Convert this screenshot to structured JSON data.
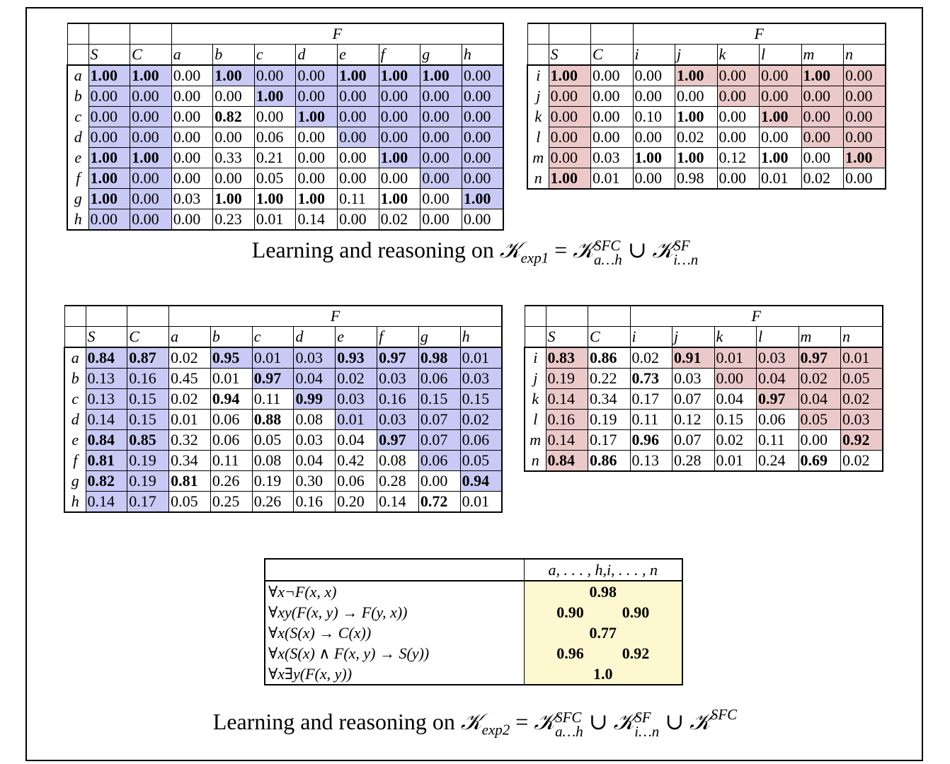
{
  "colors": {
    "blue": "#c9c9f5",
    "pink": "#ecc9c9",
    "yellow": "#fdf8cf"
  },
  "top_left": {
    "f_header": "F",
    "cols": [
      "S",
      "C",
      "a",
      "b",
      "c",
      "d",
      "e",
      "f",
      "g",
      "h"
    ],
    "rows": [
      {
        "label": "a",
        "values": [
          "1.00",
          "1.00",
          "0.00",
          "1.00",
          "0.00",
          "0.00",
          "1.00",
          "1.00",
          "1.00",
          "0.00"
        ]
      },
      {
        "label": "b",
        "values": [
          "0.00",
          "0.00",
          "0.00",
          "0.00",
          "1.00",
          "0.00",
          "0.00",
          "0.00",
          "0.00",
          "0.00"
        ]
      },
      {
        "label": "c",
        "values": [
          "0.00",
          "0.00",
          "0.00",
          "0.82",
          "0.00",
          "1.00",
          "0.00",
          "0.00",
          "0.00",
          "0.00"
        ]
      },
      {
        "label": "d",
        "values": [
          "0.00",
          "0.00",
          "0.00",
          "0.00",
          "0.06",
          "0.00",
          "0.00",
          "0.00",
          "0.00",
          "0.00"
        ]
      },
      {
        "label": "e",
        "values": [
          "1.00",
          "1.00",
          "0.00",
          "0.33",
          "0.21",
          "0.00",
          "0.00",
          "1.00",
          "0.00",
          "0.00"
        ]
      },
      {
        "label": "f",
        "values": [
          "1.00",
          "0.00",
          "0.00",
          "0.00",
          "0.05",
          "0.00",
          "0.00",
          "0.00",
          "0.00",
          "0.00"
        ]
      },
      {
        "label": "g",
        "values": [
          "1.00",
          "0.00",
          "0.03",
          "1.00",
          "1.00",
          "1.00",
          "0.11",
          "1.00",
          "0.00",
          "1.00"
        ]
      },
      {
        "label": "h",
        "values": [
          "0.00",
          "0.00",
          "0.00",
          "0.23",
          "0.01",
          "0.14",
          "0.00",
          "0.02",
          "0.00",
          "0.00"
        ]
      }
    ],
    "bold": [
      [
        0,
        0
      ],
      [
        0,
        1
      ],
      [
        0,
        3
      ],
      [
        0,
        6
      ],
      [
        0,
        7
      ],
      [
        0,
        8
      ],
      [
        1,
        4
      ],
      [
        2,
        3
      ],
      [
        2,
        5
      ],
      [
        4,
        0
      ],
      [
        4,
        1
      ],
      [
        4,
        7
      ],
      [
        5,
        0
      ],
      [
        6,
        0
      ],
      [
        6,
        3
      ],
      [
        6,
        4
      ],
      [
        6,
        5
      ],
      [
        6,
        7
      ],
      [
        6,
        9
      ]
    ],
    "shaded": [
      [
        0,
        0
      ],
      [
        0,
        1
      ],
      [
        0,
        3
      ],
      [
        0,
        4
      ],
      [
        0,
        5
      ],
      [
        0,
        6
      ],
      [
        0,
        7
      ],
      [
        0,
        8
      ],
      [
        0,
        9
      ],
      [
        1,
        0
      ],
      [
        1,
        1
      ],
      [
        1,
        4
      ],
      [
        1,
        5
      ],
      [
        1,
        6
      ],
      [
        1,
        7
      ],
      [
        1,
        8
      ],
      [
        1,
        9
      ],
      [
        2,
        0
      ],
      [
        2,
        1
      ],
      [
        2,
        5
      ],
      [
        2,
        6
      ],
      [
        2,
        7
      ],
      [
        2,
        8
      ],
      [
        2,
        9
      ],
      [
        3,
        0
      ],
      [
        3,
        1
      ],
      [
        3,
        6
      ],
      [
        3,
        7
      ],
      [
        3,
        8
      ],
      [
        3,
        9
      ],
      [
        4,
        0
      ],
      [
        4,
        1
      ],
      [
        4,
        7
      ],
      [
        4,
        8
      ],
      [
        4,
        9
      ],
      [
        5,
        0
      ],
      [
        5,
        1
      ],
      [
        5,
        8
      ],
      [
        5,
        9
      ],
      [
        6,
        0
      ],
      [
        6,
        1
      ],
      [
        6,
        9
      ],
      [
        7,
        0
      ],
      [
        7,
        1
      ]
    ]
  },
  "top_right": {
    "f_header": "F",
    "cols": [
      "S",
      "C",
      "i",
      "j",
      "k",
      "l",
      "m",
      "n"
    ],
    "rows": [
      {
        "label": "i",
        "values": [
          "1.00",
          "0.00",
          "0.00",
          "1.00",
          "0.00",
          "0.00",
          "1.00",
          "0.00"
        ]
      },
      {
        "label": "j",
        "values": [
          "0.00",
          "0.00",
          "0.00",
          "0.00",
          "0.00",
          "0.00",
          "0.00",
          "0.00"
        ]
      },
      {
        "label": "k",
        "values": [
          "0.00",
          "0.00",
          "0.10",
          "1.00",
          "0.00",
          "1.00",
          "0.00",
          "0.00"
        ]
      },
      {
        "label": "l",
        "values": [
          "0.00",
          "0.00",
          "0.00",
          "0.02",
          "0.00",
          "0.00",
          "0.00",
          "0.00"
        ]
      },
      {
        "label": "m",
        "values": [
          "0.00",
          "0.03",
          "1.00",
          "1.00",
          "0.12",
          "1.00",
          "0.00",
          "1.00"
        ]
      },
      {
        "label": "n",
        "values": [
          "1.00",
          "0.01",
          "0.00",
          "0.98",
          "0.00",
          "0.01",
          "0.02",
          "0.00"
        ]
      }
    ],
    "bold": [
      [
        0,
        0
      ],
      [
        0,
        3
      ],
      [
        0,
        6
      ],
      [
        2,
        3
      ],
      [
        2,
        5
      ],
      [
        4,
        2
      ],
      [
        4,
        3
      ],
      [
        4,
        5
      ],
      [
        4,
        7
      ],
      [
        5,
        0
      ]
    ],
    "shaded": [
      [
        0,
        0
      ],
      [
        0,
        3
      ],
      [
        0,
        4
      ],
      [
        0,
        5
      ],
      [
        0,
        6
      ],
      [
        0,
        7
      ],
      [
        1,
        0
      ],
      [
        1,
        4
      ],
      [
        1,
        5
      ],
      [
        1,
        6
      ],
      [
        1,
        7
      ],
      [
        2,
        0
      ],
      [
        2,
        5
      ],
      [
        2,
        6
      ],
      [
        2,
        7
      ],
      [
        3,
        0
      ],
      [
        3,
        6
      ],
      [
        3,
        7
      ],
      [
        4,
        0
      ],
      [
        4,
        7
      ],
      [
        5,
        0
      ]
    ]
  },
  "caption1": {
    "text": "Learning and reasoning on",
    "k": "𝒦",
    "sub": "exp1",
    "eq": "=",
    "a_sup": "SFC",
    "a_sub": "a…h",
    "cup": "∪",
    "b_sup": "SF",
    "b_sub": "i…n"
  },
  "bottom_left": {
    "f_header": "F",
    "cols": [
      "S",
      "C",
      "a",
      "b",
      "c",
      "d",
      "e",
      "f",
      "g",
      "h"
    ],
    "rows": [
      {
        "label": "a",
        "values": [
          "0.84",
          "0.87",
          "0.02",
          "0.95",
          "0.01",
          "0.03",
          "0.93",
          "0.97",
          "0.98",
          "0.01"
        ]
      },
      {
        "label": "b",
        "values": [
          "0.13",
          "0.16",
          "0.45",
          "0.01",
          "0.97",
          "0.04",
          "0.02",
          "0.03",
          "0.06",
          "0.03"
        ]
      },
      {
        "label": "c",
        "values": [
          "0.13",
          "0.15",
          "0.02",
          "0.94",
          "0.11",
          "0.99",
          "0.03",
          "0.16",
          "0.15",
          "0.15"
        ]
      },
      {
        "label": "d",
        "values": [
          "0.14",
          "0.15",
          "0.01",
          "0.06",
          "0.88",
          "0.08",
          "0.01",
          "0.03",
          "0.07",
          "0.02"
        ]
      },
      {
        "label": "e",
        "values": [
          "0.84",
          "0.85",
          "0.32",
          "0.06",
          "0.05",
          "0.03",
          "0.04",
          "0.97",
          "0.07",
          "0.06"
        ]
      },
      {
        "label": "f",
        "values": [
          "0.81",
          "0.19",
          "0.34",
          "0.11",
          "0.08",
          "0.04",
          "0.42",
          "0.08",
          "0.06",
          "0.05"
        ]
      },
      {
        "label": "g",
        "values": [
          "0.82",
          "0.19",
          "0.81",
          "0.26",
          "0.19",
          "0.30",
          "0.06",
          "0.28",
          "0.00",
          "0.94"
        ]
      },
      {
        "label": "h",
        "values": [
          "0.14",
          "0.17",
          "0.05",
          "0.25",
          "0.26",
          "0.16",
          "0.20",
          "0.14",
          "0.72",
          "0.01"
        ]
      }
    ],
    "bold": [
      [
        0,
        0
      ],
      [
        0,
        1
      ],
      [
        0,
        3
      ],
      [
        0,
        6
      ],
      [
        0,
        7
      ],
      [
        0,
        8
      ],
      [
        1,
        4
      ],
      [
        2,
        3
      ],
      [
        2,
        5
      ],
      [
        3,
        4
      ],
      [
        4,
        0
      ],
      [
        4,
        1
      ],
      [
        4,
        7
      ],
      [
        5,
        0
      ],
      [
        6,
        0
      ],
      [
        6,
        2
      ],
      [
        6,
        9
      ],
      [
        7,
        8
      ]
    ],
    "shaded": [
      [
        0,
        0
      ],
      [
        0,
        1
      ],
      [
        0,
        3
      ],
      [
        0,
        4
      ],
      [
        0,
        5
      ],
      [
        0,
        6
      ],
      [
        0,
        7
      ],
      [
        0,
        8
      ],
      [
        0,
        9
      ],
      [
        1,
        0
      ],
      [
        1,
        1
      ],
      [
        1,
        4
      ],
      [
        1,
        5
      ],
      [
        1,
        6
      ],
      [
        1,
        7
      ],
      [
        1,
        8
      ],
      [
        1,
        9
      ],
      [
        2,
        0
      ],
      [
        2,
        1
      ],
      [
        2,
        5
      ],
      [
        2,
        6
      ],
      [
        2,
        7
      ],
      [
        2,
        8
      ],
      [
        2,
        9
      ],
      [
        3,
        0
      ],
      [
        3,
        1
      ],
      [
        3,
        6
      ],
      [
        3,
        7
      ],
      [
        3,
        8
      ],
      [
        3,
        9
      ],
      [
        4,
        0
      ],
      [
        4,
        1
      ],
      [
        4,
        7
      ],
      [
        4,
        8
      ],
      [
        4,
        9
      ],
      [
        5,
        0
      ],
      [
        5,
        1
      ],
      [
        5,
        8
      ],
      [
        5,
        9
      ],
      [
        6,
        0
      ],
      [
        6,
        1
      ],
      [
        6,
        9
      ],
      [
        7,
        0
      ],
      [
        7,
        1
      ]
    ]
  },
  "bottom_right": {
    "f_header": "F",
    "cols": [
      "S",
      "C",
      "i",
      "j",
      "k",
      "l",
      "m",
      "n"
    ],
    "rows": [
      {
        "label": "i",
        "values": [
          "0.83",
          "0.86",
          "0.02",
          "0.91",
          "0.01",
          "0.03",
          "0.97",
          "0.01"
        ]
      },
      {
        "label": "j",
        "values": [
          "0.19",
          "0.22",
          "0.73",
          "0.03",
          "0.00",
          "0.04",
          "0.02",
          "0.05"
        ]
      },
      {
        "label": "k",
        "values": [
          "0.14",
          "0.34",
          "0.17",
          "0.07",
          "0.04",
          "0.97",
          "0.04",
          "0.02"
        ]
      },
      {
        "label": "l",
        "values": [
          "0.16",
          "0.19",
          "0.11",
          "0.12",
          "0.15",
          "0.06",
          "0.05",
          "0.03"
        ]
      },
      {
        "label": "m",
        "values": [
          "0.14",
          "0.17",
          "0.96",
          "0.07",
          "0.02",
          "0.11",
          "0.00",
          "0.92"
        ]
      },
      {
        "label": "n",
        "values": [
          "0.84",
          "0.86",
          "0.13",
          "0.28",
          "0.01",
          "0.24",
          "0.69",
          "0.02"
        ]
      }
    ],
    "bold": [
      [
        0,
        0
      ],
      [
        0,
        1
      ],
      [
        0,
        3
      ],
      [
        0,
        6
      ],
      [
        1,
        2
      ],
      [
        2,
        5
      ],
      [
        4,
        2
      ],
      [
        4,
        7
      ],
      [
        5,
        0
      ],
      [
        5,
        1
      ],
      [
        5,
        6
      ]
    ],
    "shaded": [
      [
        0,
        0
      ],
      [
        0,
        3
      ],
      [
        0,
        4
      ],
      [
        0,
        5
      ],
      [
        0,
        6
      ],
      [
        0,
        7
      ],
      [
        1,
        0
      ],
      [
        1,
        4
      ],
      [
        1,
        5
      ],
      [
        1,
        6
      ],
      [
        1,
        7
      ],
      [
        2,
        0
      ],
      [
        2,
        5
      ],
      [
        2,
        6
      ],
      [
        2,
        7
      ],
      [
        3,
        0
      ],
      [
        3,
        6
      ],
      [
        3,
        7
      ],
      [
        4,
        0
      ],
      [
        4,
        7
      ],
      [
        5,
        0
      ]
    ]
  },
  "axioms": {
    "header": "a, . . . , h,i, . . . , n",
    "rows": [
      {
        "formula": "∀x¬F(x, x)",
        "v1": "0.98",
        "v2": ""
      },
      {
        "formula": "∀xy(F(x, y) → F(y, x))",
        "v1": "0.90",
        "v2": "0.90"
      },
      {
        "formula": "∀x(S(x) → C(x))",
        "v1": "0.77",
        "v2": ""
      },
      {
        "formula": "∀x(S(x) ∧ F(x, y) → S(y))",
        "v1": "0.96",
        "v2": "0.92"
      },
      {
        "formula": "∀x∃y(F(x, y))",
        "v1": "1.0",
        "v2": ""
      }
    ]
  },
  "caption2": {
    "text": "Learning and reasoning on",
    "k": "𝒦",
    "sub": "exp2",
    "eq": "=",
    "a_sup": "SFC",
    "a_sub": "a…h",
    "cup": "∪",
    "b_sup": "SF",
    "b_sub": "i…n",
    "cup2": "∪",
    "c_sup": "SFC"
  }
}
